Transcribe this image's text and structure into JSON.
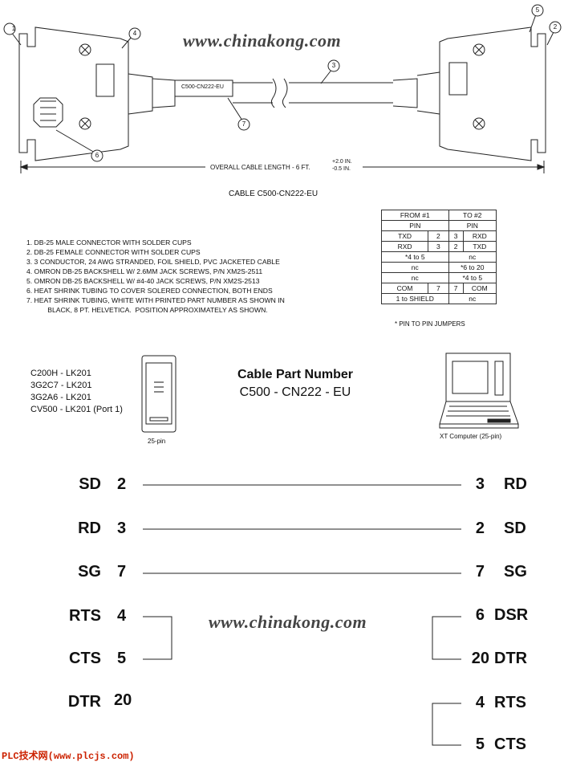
{
  "cable_drawing": {
    "label_on_cable": "C500-CN222-EU",
    "length_text": "OVERALL CABLE LENGTH  -  6 FT.",
    "tolerance_plus": "+2.0 IN.",
    "tolerance_minus": "-0.5 IN.",
    "title": "CABLE C500-CN222-EU",
    "callouts": [
      "1",
      "2",
      "3",
      "4",
      "5",
      "6",
      "7"
    ]
  },
  "watermark": "www.chinakong.com",
  "notes": [
    "1.  DB-25 MALE CONNECTOR WITH SOLDER CUPS",
    "2.  DB-25 FEMALE CONNECTOR WITH SOLDER CUPS",
    "3.  3 CONDUCTOR, 24 AWG STRANDED, FOIL SHIELD, PVC JACKETED CABLE",
    "4.  OMRON DB-25 BACKSHELL W/ 2.6MM JACK SCREWS, P/N XM2S-2511",
    "5.  OMRON DB-25 BACKSHELL W/ #4-40 JACK SCREWS, P/N XM2S-2513",
    "6.  HEAT SHRINK TUBING TO COVER SOLERED CONNECTION, BOTH ENDS",
    "7.  HEAT SHRINK TUBING, WHITE WITH PRINTED PART NUMBER AS SHOWN IN",
    "           BLACK, 8 PT. HELVETICA.  POSITION APPROXIMATELY AS SHOWN."
  ],
  "pin_table": {
    "header1": [
      "FROM #1",
      "TO #2"
    ],
    "header2": [
      "PIN",
      "PIN"
    ],
    "rows": [
      [
        "TXD",
        "2",
        "3",
        "RXD"
      ],
      [
        "RXD",
        "3",
        "2",
        "TXD"
      ],
      [
        "",
        "*4 to 5",
        "nc",
        ""
      ],
      [
        "",
        "nc",
        "*6 to 20",
        ""
      ],
      [
        "",
        "nc",
        "*4 to 5",
        ""
      ],
      [
        "COM",
        "7",
        "7",
        "COM"
      ],
      [
        "",
        "1 to SHIELD",
        "nc",
        ""
      ]
    ],
    "footnote": "* PIN TO PIN JUMPERS"
  },
  "plc_models": [
    "C200H - LK201",
    "3G2C7 - LK201",
    "3G2A6 - LK201",
    "CV500 - LK201 (Port 1)"
  ],
  "connector_caption": "25-pin",
  "part_number": {
    "title": "Cable Part Number",
    "value": "C500 - CN222 - EU"
  },
  "computer_caption": "XT Computer (25-pin)",
  "wiring": {
    "left": [
      {
        "name": "SD",
        "pin": "2"
      },
      {
        "name": "RD",
        "pin": "3"
      },
      {
        "name": "SG",
        "pin": "7"
      },
      {
        "name": "RTS",
        "pin": "4"
      },
      {
        "name": "CTS",
        "pin": "5"
      },
      {
        "name": "DTR",
        "pin": "20"
      }
    ],
    "right": [
      {
        "name": "RD",
        "pin": "3"
      },
      {
        "name": "SD",
        "pin": "2"
      },
      {
        "name": "SG",
        "pin": "7"
      },
      {
        "name": "DSR",
        "pin": "6"
      },
      {
        "name": "DTR",
        "pin": "20"
      },
      {
        "name": "RTS",
        "pin": "4"
      },
      {
        "name": "CTS",
        "pin": "5"
      }
    ]
  },
  "footer": "PLC技术网(www.plcjs.com)"
}
